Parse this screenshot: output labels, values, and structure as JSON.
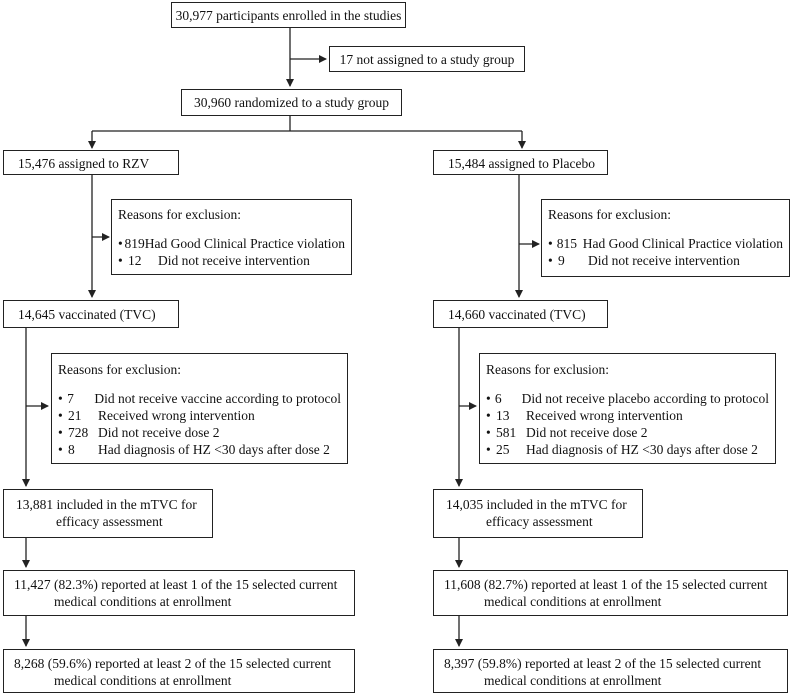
{
  "top": {
    "enrolled": "30,977 participants enrolled in the studies",
    "not_assigned": "17 not assigned to a study group",
    "randomized": "30,960 randomized to a study group"
  },
  "rzv": {
    "assigned": "15,476 assigned to RZV",
    "excl1_title": "Reasons for exclusion:",
    "excl1_items": [
      {
        "num": "819",
        "text": "Had Good Clinical Practice violation"
      },
      {
        "num": "12",
        "text": "Did not receive intervention"
      }
    ],
    "vaccinated": "14,645 vaccinated (TVC)",
    "excl2_title": "Reasons for exclusion:",
    "excl2_items": [
      {
        "num": "7",
        "text": "Did not receive vaccine according to protocol"
      },
      {
        "num": "21",
        "text": "Received wrong intervention"
      },
      {
        "num": "728",
        "text": "Did not receive dose 2"
      },
      {
        "num": "8",
        "text": "Had diagnosis of HZ <30 days after dose 2"
      }
    ],
    "mtvc_line1": "13,881 included in the mTVC for",
    "mtvc_line2": "efficacy assessment",
    "cond1_line1": "11,427 (82.3%) reported at least 1 of the 15 selected current",
    "cond1_line2": "medical conditions at enrollment",
    "cond2_line1": "8,268 (59.6%) reported at least 2 of the 15 selected current",
    "cond2_line2": "medical conditions at enrollment"
  },
  "placebo": {
    "assigned": "15,484 assigned to Placebo",
    "excl1_title": "Reasons for exclusion:",
    "excl1_items": [
      {
        "num": "815",
        "text": "Had Good Clinical Practice violation"
      },
      {
        "num": "9",
        "text": "Did not receive intervention"
      }
    ],
    "vaccinated": "14,660 vaccinated (TVC)",
    "excl2_title": "Reasons for exclusion:",
    "excl2_items": [
      {
        "num": "6",
        "text": "Did not receive placebo according to protocol"
      },
      {
        "num": "13",
        "text": "Received wrong intervention"
      },
      {
        "num": "581",
        "text": "Did not receive dose 2"
      },
      {
        "num": "25",
        "text": "Had diagnosis of HZ <30 days after dose 2"
      }
    ],
    "mtvc_line1": "14,035 included in the mTVC for",
    "mtvc_line2": "efficacy assessment",
    "cond1_line1": "11,608 (82.7%) reported at least 1 of the 15 selected current",
    "cond1_line2": "medical conditions at enrollment",
    "cond2_line1": "8,397 (59.8%) reported at least 2 of the 15 selected current",
    "cond2_line2": "medical conditions at enrollment"
  }
}
